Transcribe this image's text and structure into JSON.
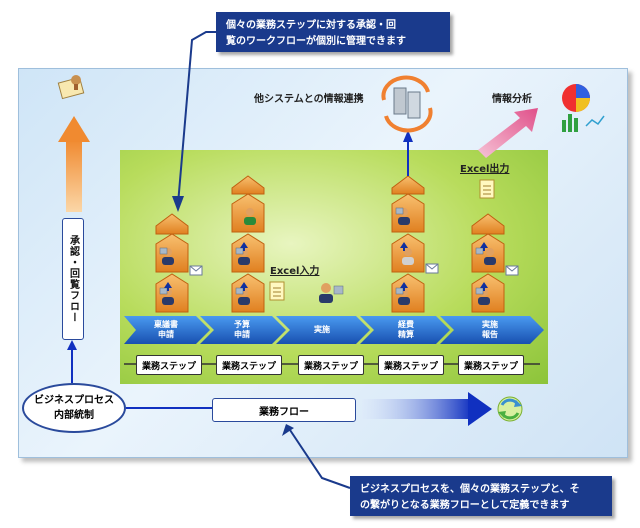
{
  "callout_top": {
    "line1": "個々の業務ステップに対する承認・回",
    "line2": "覧のワークフローが個別に管理できます"
  },
  "callout_bottom": {
    "line1": "ビジネスプロセスを、個々の業務ステップと、そ",
    "line2": "の繋がりとなる業務フローとして定義できます"
  },
  "labels": {
    "integration": "他システムとの情報連携",
    "analysis": "情報分析",
    "excel_out": "Excel出力",
    "excel_in": "Excel入力"
  },
  "approval_flow": "承認・回覧フロー",
  "bp_control": {
    "line1": "ビジネスプロセス",
    "line2": "内部統制"
  },
  "business_flow": "業務フロー",
  "process_steps": [
    {
      "line1": "稟議書",
      "line2": "申請"
    },
    {
      "line1": "予算",
      "line2": "申請"
    },
    {
      "line1": "実施",
      "line2": ""
    },
    {
      "line1": "経費",
      "line2": "精算"
    },
    {
      "line1": "実施",
      "line2": "報告"
    }
  ],
  "step_boxes": [
    "業務ステップ",
    "業務ステップ",
    "業務ステップ",
    "業務ステップ",
    "業務ステップ"
  ],
  "colors": {
    "callout_bg": "#1a3a8c",
    "chevron": "#1f6fd0",
    "hexagon": "#f0a040",
    "green_area": "#b8dc5c",
    "arrow_blue": "#1030c0",
    "arrow_pink": "#e0508a",
    "arrow_orange": "#f08a30"
  },
  "icons": [
    "approval-stamp-icon",
    "server-sync-icon",
    "chart-analysis-icon",
    "refresh-cycle-icon",
    "person-icon",
    "mail-icon",
    "document-icon"
  ]
}
